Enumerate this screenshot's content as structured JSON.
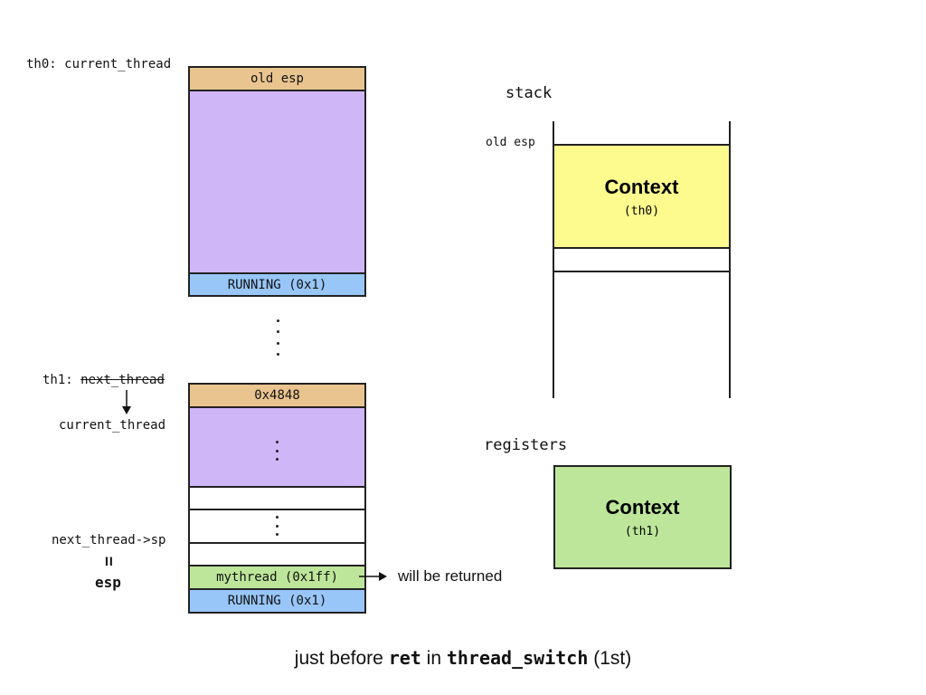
{
  "thread0": {
    "label": "th0: current_thread",
    "top_cell": "old esp",
    "bottom_cell": "RUNNING (0x1)"
  },
  "thread1": {
    "label_prefix": "th1: ",
    "label_struck": "next_thread",
    "label_after": "current_thread",
    "top_cell": "0x4848",
    "mythread_cell": "mythread (0x1ff)",
    "bottom_cell": "RUNNING (0x1)"
  },
  "sp_label": "next_thread->sp",
  "equals_symbol": "II",
  "esp_label": "esp",
  "returned_label": "will be returned",
  "stack": {
    "title": "stack",
    "pointer_label": "old esp",
    "context_title": "Context",
    "context_sub": "(th0)"
  },
  "registers": {
    "title": "registers",
    "context_title": "Context",
    "context_sub": "(th1)"
  },
  "caption": {
    "part1": "just before ",
    "code1": "ret",
    "part2": " in ",
    "code2": "thread_switch",
    "part3": " (1st)"
  },
  "colors": {
    "orange": "#e9c48f",
    "purple": "#cfb6f7",
    "blue": "#98c6f8",
    "green": "#bde69a",
    "yellow": "#fdfa8e"
  }
}
